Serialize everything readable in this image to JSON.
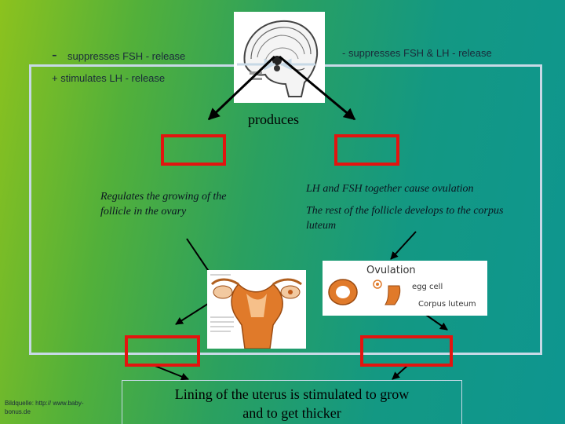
{
  "top": {
    "left_dash": "-",
    "left_text": "suppresses  FSH - release",
    "right_text": "-   suppresses  FSH & LH - release",
    "stimulates": "+   stimulates LH - release",
    "produces": "produces"
  },
  "middle": {
    "left_text": "Regulates the growing of the follicle in the ovary",
    "right_text_1": "LH and FSH together cause ovulation",
    "right_text_2": "The rest of the follicle develops to the corpus luteum"
  },
  "ovulation_image": {
    "title": "Ovulation",
    "egg_label": "egg cell",
    "corpus_label": "Corpus luteum"
  },
  "bottom": {
    "lining_text": "Lining of the uterus is stimulated to grow and to get thicker",
    "source": "Bildquelle: http:// www.baby-bonus.de"
  },
  "colors": {
    "box_border": "#e3140f",
    "loop_line": "#c7d9e6",
    "uterus": "#e07a2a"
  }
}
